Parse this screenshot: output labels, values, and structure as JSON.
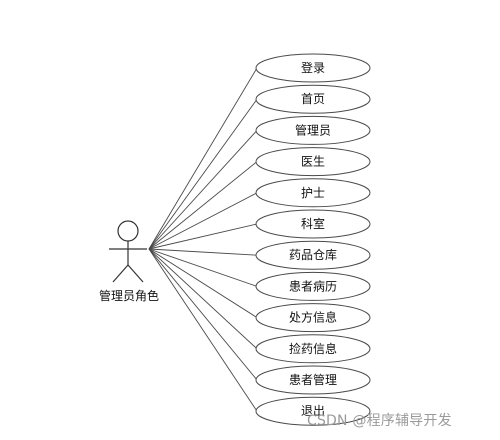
{
  "actor": {
    "label": "管理员角色"
  },
  "use_cases": [
    "登录",
    "首页",
    "管理员",
    "医生",
    "护士",
    "科室",
    "药品仓库",
    "患者病历",
    "处方信息",
    "捡药信息",
    "患者管理",
    "退出"
  ],
  "watermark": "CSDN @程序辅导开发",
  "colors": {
    "stroke": "#4a4a4a",
    "ellipse_fill": "#ffffff",
    "text": "#111111",
    "watermark": "#9a9a9a"
  }
}
